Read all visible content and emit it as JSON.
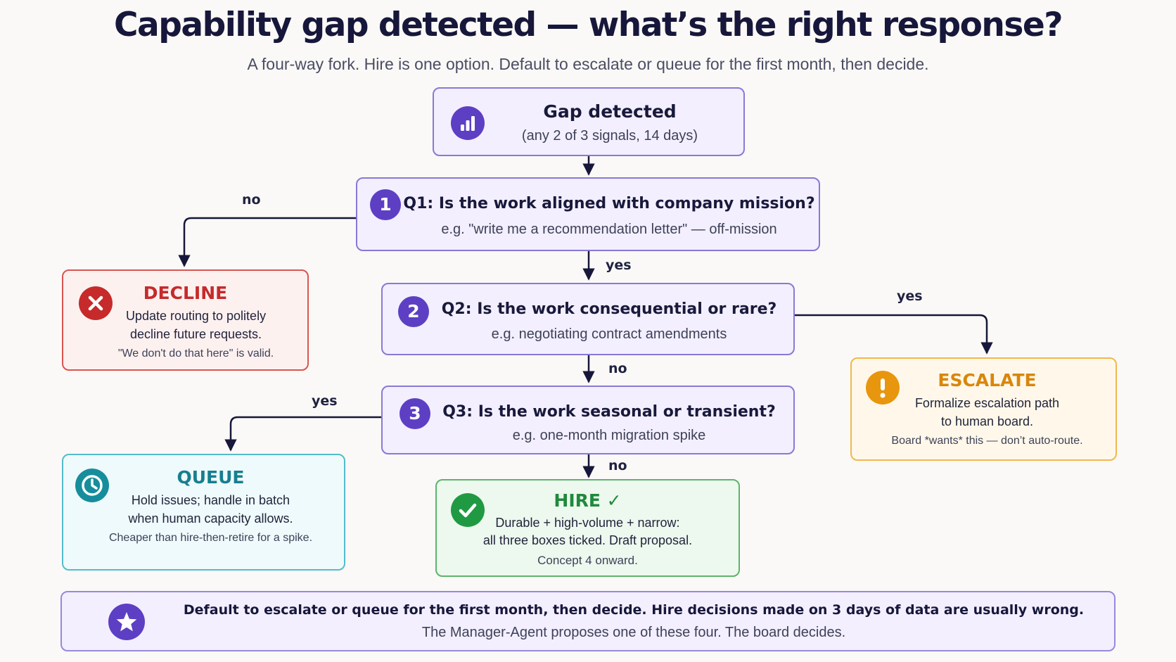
{
  "header": {
    "title": "Capability gap detected — what’s the right response?",
    "subtitle": "A four-way fork. Hire is one option. Default to escalate or queue for the first month, then decide."
  },
  "start": {
    "icon": "bar-chart-icon",
    "title": "Gap detected",
    "subtitle": "(any 2 of 3 signals, 14 days)"
  },
  "questions": [
    {
      "number": "1",
      "title": "Q1: Is the work aligned with company mission?",
      "example": "e.g. \"write me a recommendation letter\" — off-mission"
    },
    {
      "number": "2",
      "title": "Q2: Is the work consequential or rare?",
      "example": "e.g. negotiating contract amendments"
    },
    {
      "number": "3",
      "title": "Q3: Is the work seasonal or transient?",
      "example": "e.g. one-month migration spike"
    }
  ],
  "edge_labels": {
    "q1_no": "no",
    "q1_yes": "yes",
    "q2_yes": "yes",
    "q2_no": "no",
    "q3_yes": "yes",
    "q3_no": "no"
  },
  "outcomes": {
    "decline": {
      "icon": "x-circle-icon",
      "title": "DECLINE",
      "line1": "Update routing to politely",
      "line2": "decline future requests.",
      "note": "\"We don't do that here\" is valid.",
      "color": "#c62a2a"
    },
    "escalate": {
      "icon": "exclamation-icon",
      "title": "ESCALATE",
      "line1": "Formalize escalation path",
      "line2": "to human board.",
      "note": "Board *wants* this — don’t auto-route.",
      "color": "#d9860b"
    },
    "queue": {
      "icon": "clock-icon",
      "title": "QUEUE",
      "line1": "Hold issues; handle in batch",
      "line2": "when human capacity allows.",
      "note": "Cheaper than hire-then-retire for a spike.",
      "color": "#167f8f"
    },
    "hire": {
      "icon": "check-circle-icon",
      "title": "HIRE ✓",
      "line1": "Durable + high-volume + narrow:",
      "line2": "all three boxes ticked. Draft proposal.",
      "note": "Concept 4 onward.",
      "color": "#1f8a3c"
    }
  },
  "footer": {
    "icon": "star-icon",
    "main": "Default to escalate or queue for the first month, then decide. Hire decisions made on 3 days of data are usually wrong.",
    "sub": "The Manager-Agent proposes one of these four. The board decides."
  }
}
